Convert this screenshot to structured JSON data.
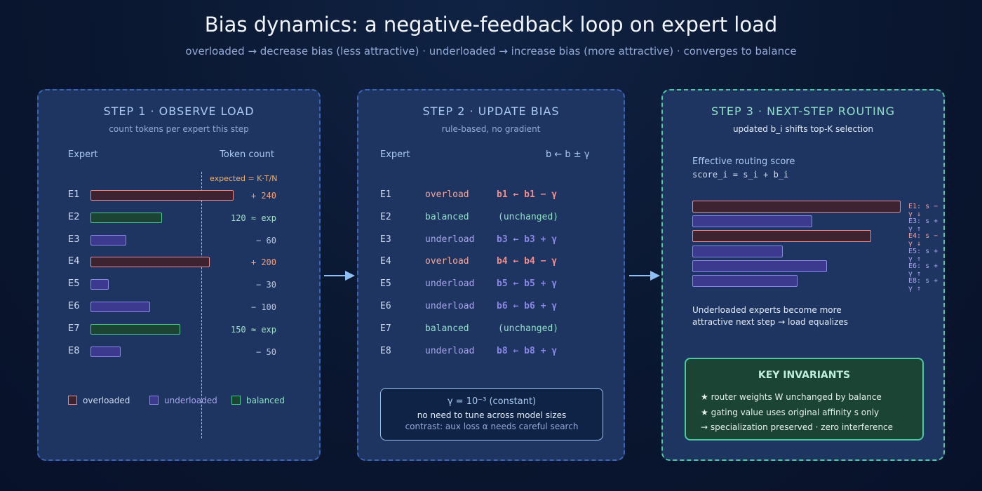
{
  "title": "Bias dynamics: a negative-feedback loop on expert load",
  "subtitle": "overloaded → decrease bias (less attractive) · underloaded → increase bias (more attractive) · converges to balance",
  "step1": {
    "title": "STEP 1 · OBSERVE LOAD",
    "subtitle": "count tokens per expert this step",
    "col_expert": "Expert",
    "col_tokens": "Token count",
    "expected_label": "expected = K·T/N",
    "experts": [
      {
        "name": "E1",
        "load": 240,
        "label": "+ 240",
        "state": "over"
      },
      {
        "name": "E2",
        "load": 120,
        "label": "120 ≈ exp",
        "state": "bal"
      },
      {
        "name": "E3",
        "load": 60,
        "label": "− 60",
        "state": "under"
      },
      {
        "name": "E4",
        "load": 200,
        "label": "+ 200",
        "state": "over"
      },
      {
        "name": "E5",
        "load": 30,
        "label": "− 30",
        "state": "under"
      },
      {
        "name": "E6",
        "load": 100,
        "label": "− 100",
        "state": "under"
      },
      {
        "name": "E7",
        "load": 150,
        "label": "150 ≈ exp",
        "state": "bal"
      },
      {
        "name": "E8",
        "load": 50,
        "label": "− 50",
        "state": "under"
      }
    ],
    "legend": {
      "over": "overloaded",
      "under": "underloaded",
      "bal": "balanced"
    }
  },
  "step2": {
    "title": "STEP 2 · UPDATE BIAS",
    "subtitle": "rule-based, no gradient",
    "col_expert": "Expert",
    "col_rule": "b ← b ± γ",
    "rows": [
      {
        "name": "E1",
        "status": "overload",
        "rule": "b1 ← b1 − γ",
        "state": "over"
      },
      {
        "name": "E2",
        "status": "balanced",
        "rule": "(unchanged)",
        "state": "bal"
      },
      {
        "name": "E3",
        "status": "underload",
        "rule": "b3 ← b3 + γ",
        "state": "under"
      },
      {
        "name": "E4",
        "status": "overload",
        "rule": "b4 ← b4 − γ",
        "state": "over"
      },
      {
        "name": "E5",
        "status": "underload",
        "rule": "b5 ← b5 + γ",
        "state": "under"
      },
      {
        "name": "E6",
        "status": "underload",
        "rule": "b6 ← b6 + γ",
        "state": "under"
      },
      {
        "name": "E7",
        "status": "balanced",
        "rule": "(unchanged)",
        "state": "bal"
      },
      {
        "name": "E8",
        "status": "underload",
        "rule": "b8 ← b8 + γ",
        "state": "under"
      }
    ],
    "gamma_box": {
      "line1": "γ = 10⁻³ (constant)",
      "line2": "no need to tune across model sizes",
      "line3": "contrast: aux loss α needs careful search"
    }
  },
  "step3": {
    "title": "STEP 3 · NEXT-STEP ROUTING",
    "subtitle": "updated b_i shifts top-K selection",
    "score_title": "Effective routing score",
    "score_formula": "score_i = s_i + b_i",
    "scores": [
      {
        "score": 0.99,
        "label": "E1: s − γ ↓",
        "state": "over"
      },
      {
        "score": 0.57,
        "label": "E3: s + γ ↑",
        "state": "under"
      },
      {
        "score": 0.85,
        "label": "E4: s − γ ↓",
        "state": "over"
      },
      {
        "score": 0.43,
        "label": "E5: s + γ ↑",
        "state": "under"
      },
      {
        "score": 0.64,
        "label": "E6: s + γ ↑",
        "state": "under"
      },
      {
        "score": 0.5,
        "label": "E8: s + γ ↑",
        "state": "under"
      }
    ],
    "note_line1": "Underloaded experts become more",
    "note_line2": "attractive next step → load equalizes",
    "invariants": {
      "title": "KEY INVARIANTS",
      "items": [
        "★ router weights W unchanged by balance",
        "★ gating value uses original affinity s only",
        "→ specialization preserved · zero interference"
      ]
    }
  },
  "colors": {
    "overloaded": "#f08a8a",
    "underloaded": "#8a86e6",
    "balanced": "#4bc98c",
    "arrow": "#8fbff2"
  }
}
